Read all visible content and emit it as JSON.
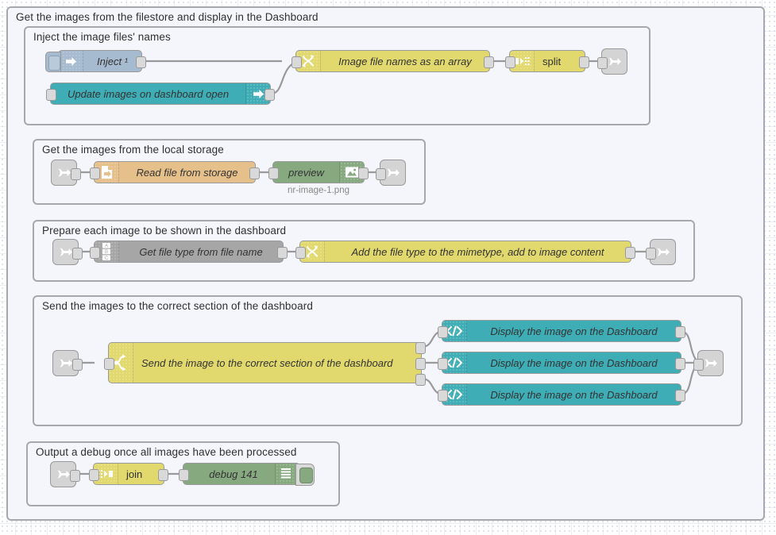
{
  "canvas": {
    "title": "Node-RED flow editor canvas"
  },
  "outer_group": {
    "label": "Get the images from the filestore and display in the Dashboard"
  },
  "groups": [
    {
      "label": "Inject the image files' names"
    },
    {
      "label": "Get the images from the local storage"
    },
    {
      "label": "Prepare each image to be shown in the dashboard"
    },
    {
      "label": "Send the images to the correct section of the dashboard"
    },
    {
      "label": "Output a debug once all images have been processed"
    }
  ],
  "nodes": {
    "inject": {
      "label": "Inject ¹",
      "icon": "inject-arrow-icon",
      "color": "#a6bbcf"
    },
    "update_images": {
      "label": "Update images on dashboard open",
      "icon": "inject-arrow-icon",
      "color": "#3FADB5"
    },
    "image_file_names": {
      "label": "Image file names as an array",
      "icon": "function-icon",
      "color": "#E2D96E"
    },
    "split": {
      "label": "split",
      "icon": "split-icon",
      "color": "#E2D96E"
    },
    "read_file": {
      "label": "Read file from storage",
      "icon": "file-icon",
      "color": "#E6C08A"
    },
    "preview": {
      "label": "preview",
      "sublabel": "nr-image-1.png",
      "icon": "image-icon",
      "color": "#87A980"
    },
    "get_file_type": {
      "label": "Get file type from file name",
      "icon": "abc-icon",
      "color": "#A6A6A6"
    },
    "add_mimetype": {
      "label": "Add the file type to the mimetype, add to image content",
      "icon": "function-icon",
      "color": "#E2D96E"
    },
    "switch_section": {
      "label": "Send the image to the correct section of the dashboard",
      "icon": "switch-icon",
      "color": "#E2D96E"
    },
    "display_1": {
      "label": "Display the image on the Dashboard",
      "icon": "template-code-icon",
      "color": "#3FADB5"
    },
    "display_2": {
      "label": "Display the image on the Dashboard",
      "icon": "template-code-icon",
      "color": "#3FADB5"
    },
    "display_3": {
      "label": "Display the image on the Dashboard",
      "icon": "template-code-icon",
      "color": "#3FADB5"
    },
    "join": {
      "label": "join",
      "icon": "join-icon",
      "color": "#E2D96E"
    },
    "debug": {
      "label": "debug 141",
      "icon": "debug-lines-icon",
      "color": "#87A980"
    }
  },
  "link_nodes": {
    "link_out_1": {
      "icon": "link-out-icon"
    },
    "link_in_2": {
      "icon": "link-in-icon"
    },
    "link_out_2": {
      "icon": "link-out-icon"
    },
    "link_in_3": {
      "icon": "link-in-icon"
    },
    "link_out_3": {
      "icon": "link-out-icon"
    },
    "link_in_4": {
      "icon": "link-in-icon"
    },
    "link_out_4": {
      "icon": "link-out-icon"
    },
    "link_in_5": {
      "icon": "link-in-icon"
    }
  }
}
